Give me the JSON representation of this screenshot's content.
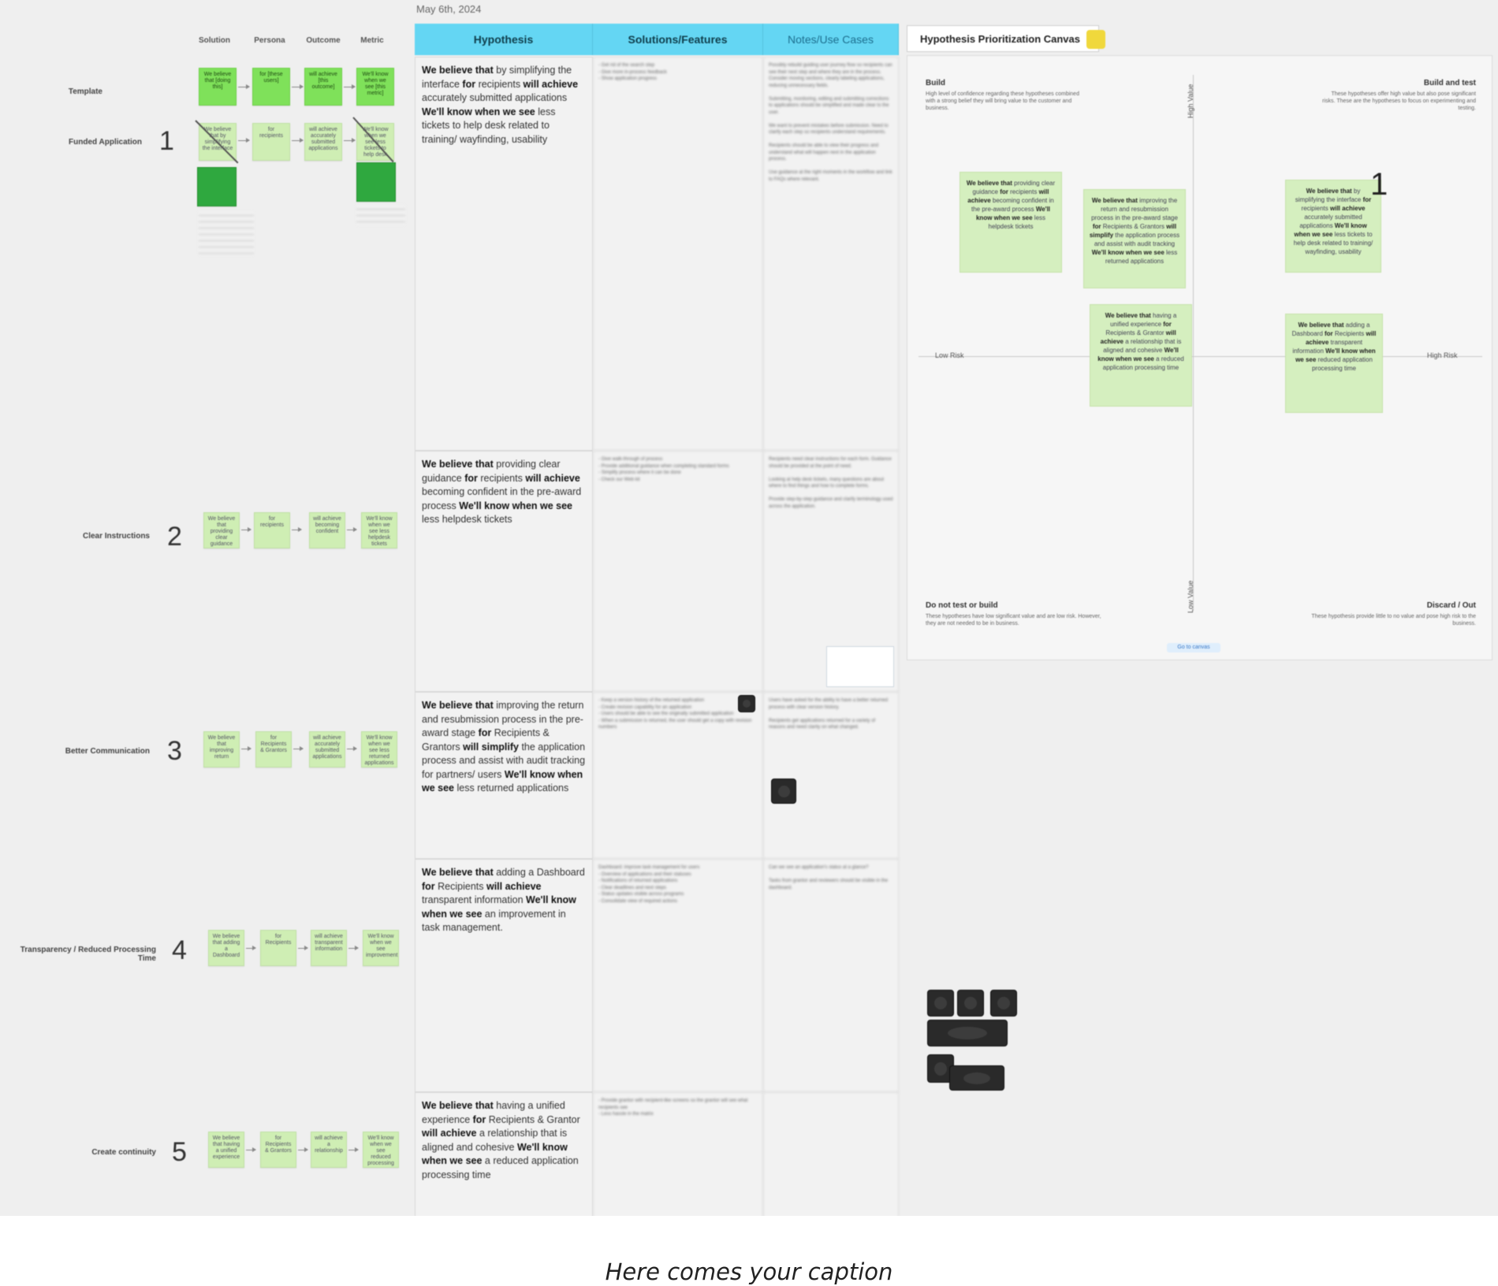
{
  "board": {
    "date": "May 6th, 2024",
    "flow_columns": [
      "Solution",
      "Persona",
      "Outcome",
      "Metric"
    ],
    "rows": [
      {
        "label": "Template",
        "number": "",
        "stickies": [
          "We believe that [doing this]",
          "for [these users]",
          "will achieve [this outcome]",
          "We'll know when we see [this metric]"
        ]
      },
      {
        "label": "Funded Application",
        "number": "1",
        "stickies": [
          "We believe that by simplifying the interface",
          "for recipients",
          "will achieve accurately submitted applications",
          "We'll know when we see less tickets to help desk"
        ]
      },
      {
        "label": "Clear Instructions",
        "number": "2",
        "stickies": [
          "We believe that providing clear guidance",
          "for recipients",
          "will achieve becoming confident",
          "We'll know when we see less helpdesk tickets"
        ]
      },
      {
        "label": "Better Communication",
        "number": "3",
        "stickies": [
          "We believe that improving return",
          "for Recipients & Grantors",
          "will achieve accurately submitted applications",
          "We'll know when we see less returned applications"
        ]
      },
      {
        "label": "Transparency / Reduced Processing Time",
        "number": "4",
        "stickies": [
          "We believe that adding a Dashboard",
          "for Recipients",
          "will achieve transparent information",
          "We'll know when we see improvement"
        ]
      },
      {
        "label": "Create continuity",
        "number": "5",
        "stickies": [
          "We believe that having a unified experience",
          "for Recipients & Grantors",
          "will achieve a relationship",
          "We'll know when we see reduced processing time"
        ]
      }
    ]
  },
  "table": {
    "headers": [
      "Hypothesis",
      "Solutions/Features",
      "Notes/Use Cases"
    ],
    "rows": [
      {
        "hypothesis_html": "<b>We believe that</b> by simplifying the interface <b>for</b> recipients <b>will achieve</b> accurately submitted applications <b>We'll know when we see</b> less tickets to help desk related to training/ wayfinding, usability",
        "solutions": "- Get rid of the search step\n- Give more in-process feedback\n- Show application progress",
        "notes": "Possibly rebuild guiding user journey flow so recipients can see their next step and where they are in the process. Consider moving sections, clearly labeling applications, reducing unnecessary fields.\n\nSubmitting, monitoring, editing and submitting corrections to applications should be simplified and made clear to the user.\n\nWe want to prevent mistakes before submission. Need to clarify each step so recipients understand requirements.\n\nRecipients should be able to view their progress and understand what will happen next in the application process.\n\nUse guidance at the right moments in the workflow and link to FAQs where relevant."
      },
      {
        "hypothesis_html": "<b>We believe that</b> providing clear guidance <b>for</b> recipients <b>will achieve</b> becoming confident in the pre-award process <b>We'll know when we see</b> less helpdesk tickets",
        "solutions": "- Give walk-through of process\n- Provide additional guidance when completing standard forms\n- Simplify process where it can be done\n- Check our Web kit",
        "notes": "Recipients need clear instructions for each form. Guidance should be provided at the point of need.\n\nLooking at help desk tickets, many questions are about where to find things and how to complete forms.\n\nProvide step-by-step guidance and clarify terminology used across the application."
      },
      {
        "hypothesis_html": "<b>We believe that</b> improving the return and resubmission process in the pre-award stage <b>for</b> Recipients &amp; Grantors <b>will simplify</b> the application process and assist with audit tracking for partners/ users <b>We'll know when we see</b> less returned applications",
        "solutions": "- Keep a version history of the returned application\n- Create revision capability for an application\n- Users should be able to see the originally submitted application\n- When a submission is returned, the user should get a copy with revision numbers",
        "notes": "Users have asked for the ability to have a better returned process with clear version history.\n\nRecipients get applications returned for a variety of reasons and need clarity on what changed."
      },
      {
        "hypothesis_html": "<b>We believe that</b> adding a Dashboard <b>for</b> Recipients <b>will achieve</b> transparent information <b>We'll know when we see</b> an improvement in task management.",
        "solutions": "Dashboard: improve task management for users\n- Overview of applications and their statuses\n- Notifications of returned applications\n- Clear deadlines and next steps\n- Status updates visible across programs\n- Consolidate view of required actions",
        "notes": "Can we see an application's status at a glance?\n\nTasks from grantor and reviewers should be visible in the dashboard."
      },
      {
        "hypothesis_html": "<b>We believe that</b> having a unified experience <b>for</b> Recipients &amp; Grantor <b>will achieve</b> a relationship that is aligned and cohesive <b>We'll know when we see</b> a reduced application processing time",
        "solutions": "- Provide grantor with recipient-like screens so the grantor will see what recipients see\n- Less hassle in the matrix",
        "notes": ""
      }
    ]
  },
  "canvas": {
    "title": "Hypothesis Prioritization Canvas",
    "quadrants": {
      "tl_title": "Build",
      "tl_desc": "High level of confidence regarding these hypotheses combined with a strong belief they will bring value to the customer and business.",
      "tr_title": "Build and test",
      "tr_desc": "These hypotheses offer high value but also pose significant risks. These are the hypotheses to focus on experimenting and testing.",
      "bl_title": "Do not test or build",
      "bl_desc": "These hypotheses have low significant value and are low risk. However, they are not needed to be in business.",
      "br_title": "Discard / Out",
      "br_desc": "These hypothesis provide little to no value and pose high risk to the business."
    },
    "axes": {
      "left": "Low Risk",
      "right": "High Risk",
      "top": "High Value",
      "bottom": "Low Value"
    },
    "stickies": [
      {
        "html": "<b>We believe that</b> providing clear guidance <b>for</b> recipients <b>will achieve</b> becoming confident in the pre-award process <b>We'll know when we see</b> less helpdesk tickets"
      },
      {
        "html": "<b>We believe that</b> improving the return and resubmission process in the pre-award stage <b>for</b> Recipients &amp; Grantors <b>will simplify</b> the application process and assist with audit tracking <b>We'll know when we see</b> less returned applications"
      },
      {
        "html": "<b>We believe that</b> by simplifying the interface <b>for</b> recipients <b>will achieve</b> accurately submitted applications <b>We'll know when we see</b> less tickets to help desk related to training/ wayfinding, usability"
      },
      {
        "html": "<b>We believe that</b> having a unified experience <b>for</b> Recipients &amp; Grantor <b>will achieve</b> a relationship that is aligned and cohesive <b>We'll know when we see</b> a reduced application processing time"
      },
      {
        "html": "<b>We believe that</b> adding a Dashboard <b>for</b> Recipients <b>will achieve</b> transparent information <b>We'll know when we see</b> reduced application processing time"
      }
    ],
    "sticky_number": "1",
    "link_label": "Go to canvas"
  },
  "caption": "Here comes your caption"
}
